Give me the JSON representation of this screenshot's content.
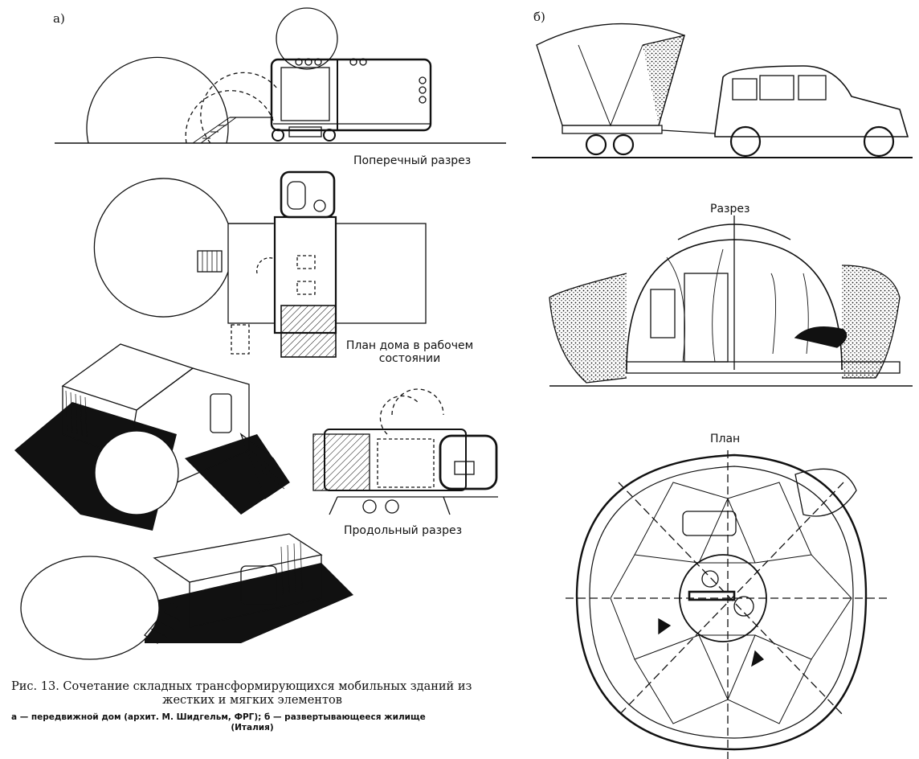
{
  "panel_a": {
    "letter": "а)",
    "labels": {
      "cross_section": "Поперечный разрез",
      "plan_line1": "План дома в рабочем",
      "plan_line2": "состоянии",
      "longitudinal_section": "Продольный разрез"
    }
  },
  "panel_b": {
    "letter": "б)",
    "labels": {
      "section": "Разрез",
      "plan": "План"
    }
  },
  "caption": {
    "title_line1": "Рис. 13. Сочетание складных трансформирующихся мобильных зданий из",
    "title_line2": "жестких и мягких элементов",
    "legend_line1": "а — передвижной дом (архит. М. Шидгельм, ФРГ); б — развертывающееся жилище",
    "legend_line2": "(Италия)"
  },
  "colors": {
    "ink": "#111111",
    "paper": "#ffffff"
  }
}
